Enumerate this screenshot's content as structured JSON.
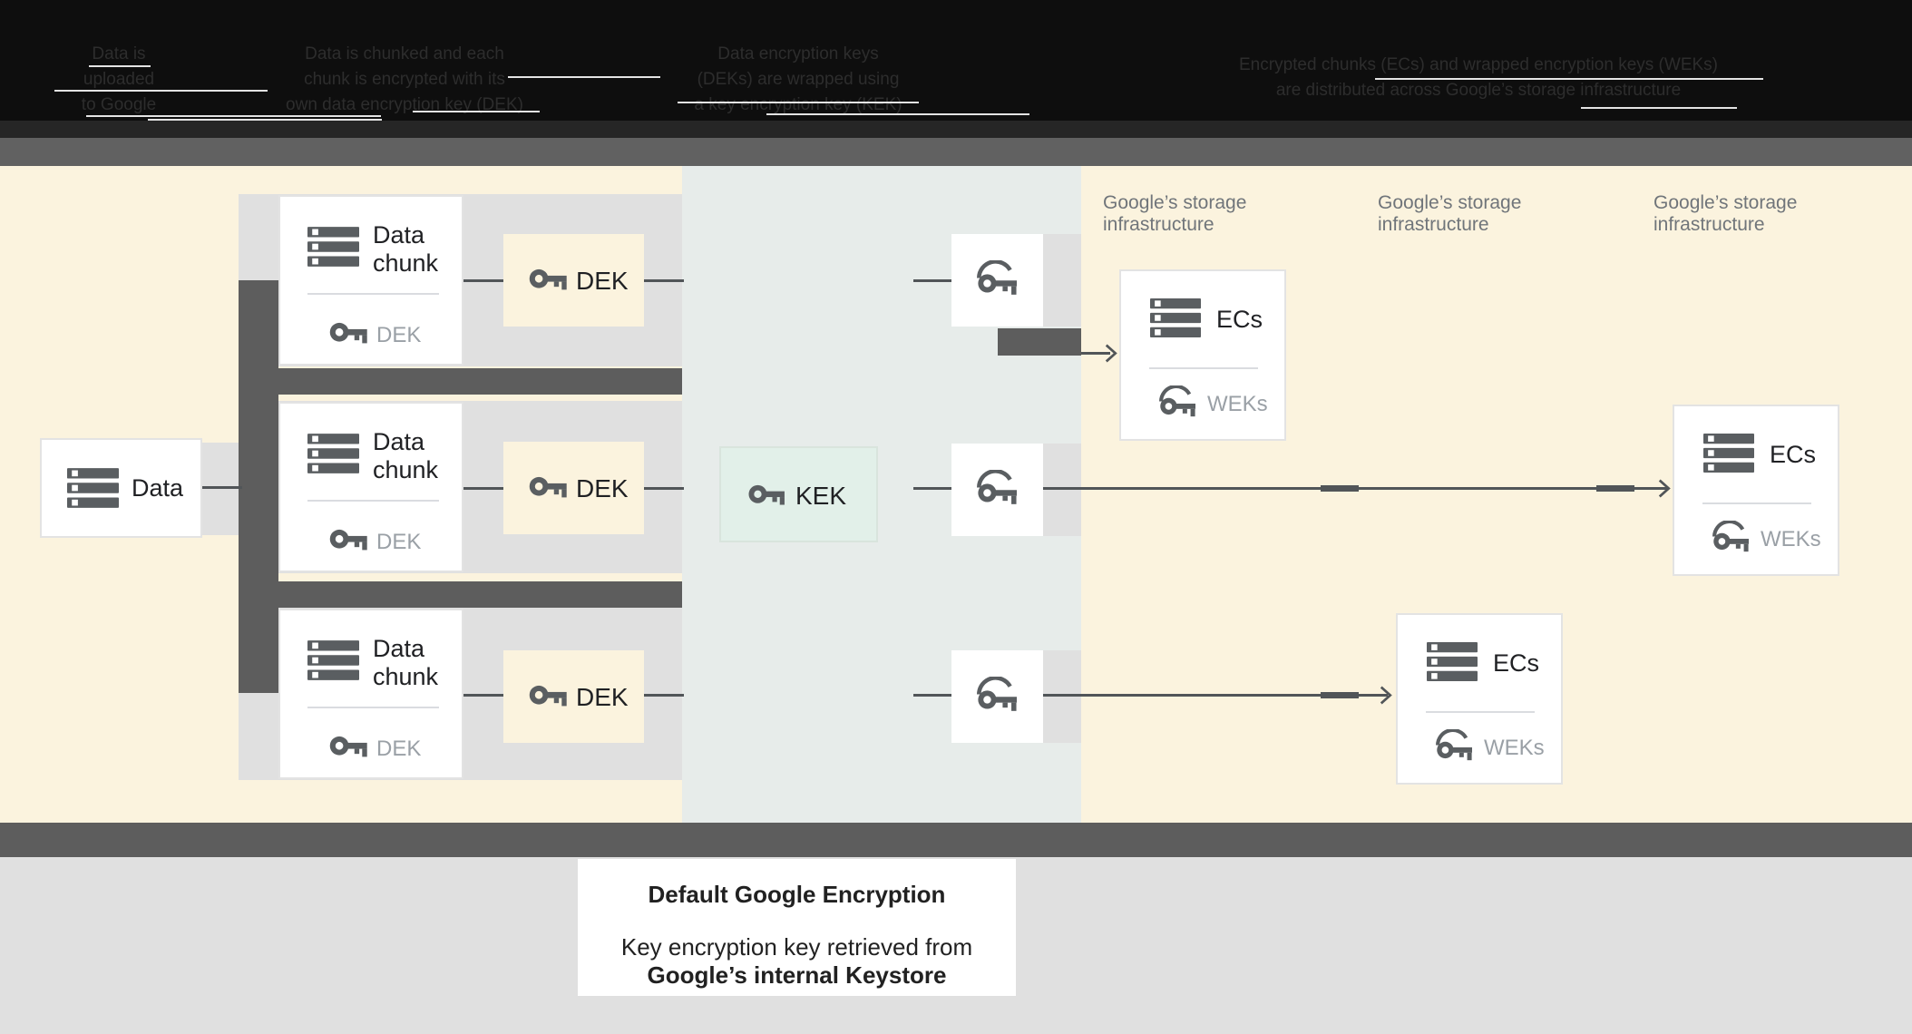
{
  "header": {
    "annotations": [
      {
        "lines": [
          "Data is",
          "uploaded",
          "to Google"
        ]
      },
      {
        "lines": [
          "Data is chunked and each",
          "chunk is encrypted with its",
          "own data encryption key (DEK)"
        ]
      },
      {
        "lines": [
          "Data encryption keys",
          "(DEKs) are wrapped using",
          "a key encryption key (KEK)"
        ]
      },
      {
        "lines": [
          "Encrypted chunks (ECs) and wrapped encryption keys (WEKs)",
          "are distributed across Google’s storage infrastructure"
        ]
      }
    ]
  },
  "diagram": {
    "source": {
      "label": "Data"
    },
    "rows": [
      {
        "chunk_title": "Data chunk",
        "chunk_key_label": "DEK",
        "dek_label": "DEK",
        "ec_title": "ECs",
        "ec_key_label": "WEKs"
      },
      {
        "chunk_title": "Data chunk",
        "chunk_key_label": "DEK",
        "dek_label": "DEK",
        "ec_title": "ECs",
        "ec_key_label": "WEKs"
      },
      {
        "chunk_title": "Data chunk",
        "chunk_key_label": "DEK",
        "dek_label": "DEK",
        "ec_title": "ECs",
        "ec_key_label": "WEKs"
      }
    ],
    "kek": {
      "label": "KEK"
    },
    "storage_labels": [
      "Google’s storage infrastructure",
      "Google’s storage infrastructure",
      "Google’s storage infrastructure"
    ]
  },
  "caption": {
    "title": "Default Google Encryption",
    "line1": "Key encryption key retrieved from",
    "line2": "Google’s internal Keystore"
  },
  "colors": {
    "cream_background": "#FBF3DE",
    "middle_panel": "#E7ECEA",
    "band_gray": "#E0E0E0",
    "dark_gray": "#5D5D5D",
    "kek_green": "#E2F0E9",
    "icon_gray": "#5A5E61",
    "text_dark": "#202124",
    "text_gray": "#9AA0A6",
    "storage_label_gray": "#70757A"
  }
}
